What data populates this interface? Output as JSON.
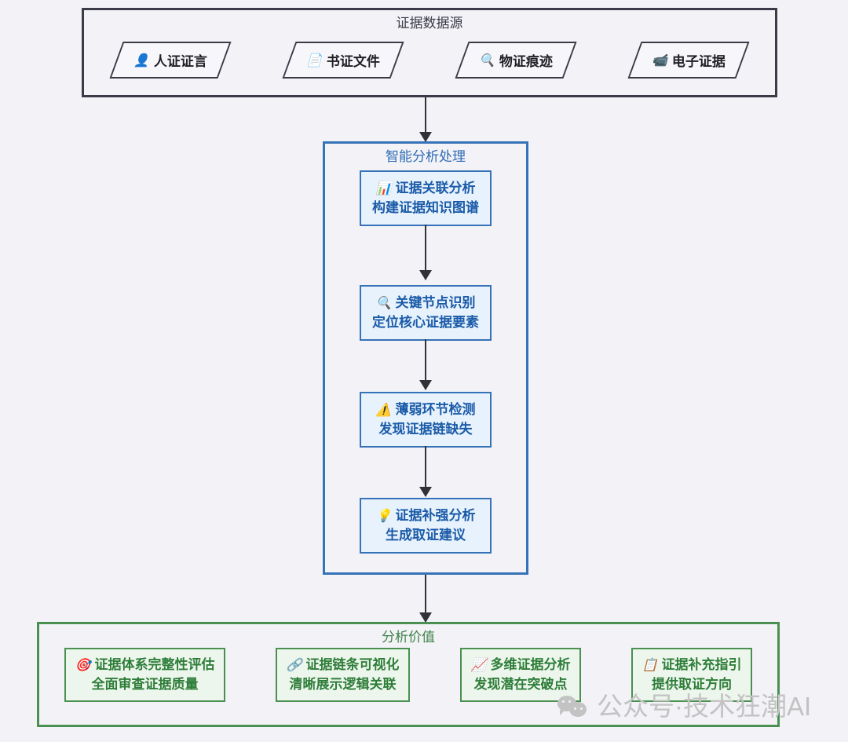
{
  "diagram": {
    "type": "flowchart",
    "direction": "top-to-bottom",
    "background_color": "#f2f2f7"
  },
  "sources_section": {
    "title": "证据数据源",
    "border_color": "#3b3b47",
    "shape": "parallelogram",
    "items": [
      {
        "icon": "person-bust-icon",
        "glyph": "👤",
        "label": "人证证言"
      },
      {
        "icon": "document-page-icon",
        "glyph": "📄",
        "label": "书证文件"
      },
      {
        "icon": "magnifying-glass-icon",
        "glyph": "🔍",
        "label": "物证痕迹"
      },
      {
        "icon": "video-camera-icon",
        "glyph": "📹",
        "label": "电子证据"
      }
    ]
  },
  "analysis_section": {
    "title": "智能分析处理",
    "border_color": "#3672b7",
    "text_color": "#1b5ba8",
    "fill_color": "#e7f2fd",
    "steps": [
      {
        "icon": "bar-chart-icon",
        "glyph": "📊",
        "line1": "证据关联分析",
        "line2": "构建证据知识图谱"
      },
      {
        "icon": "magnifying-glass-icon",
        "glyph": "🔍",
        "line1": "关键节点识别",
        "line2": "定位核心证据要素"
      },
      {
        "icon": "warning-triangle-icon",
        "glyph": "⚠️",
        "line1": "薄弱环节检测",
        "line2": "发现证据链缺失"
      },
      {
        "icon": "light-bulb-icon",
        "glyph": "💡",
        "line1": "证据补强分析",
        "line2": "生成取证建议"
      }
    ]
  },
  "value_section": {
    "title": "分析价值",
    "border_color": "#4a9050",
    "text_color": "#2e7d39",
    "fill_color": "#edf6ec",
    "items": [
      {
        "icon": "dart-target-icon",
        "glyph": "🎯",
        "line1": "证据体系完整性评估",
        "line2": "全面审查证据质量"
      },
      {
        "icon": "link-chain-icon",
        "glyph": "🔗",
        "line1": "证据链条可视化",
        "line2": "清晰展示逻辑关联"
      },
      {
        "icon": "chart-increasing-icon",
        "glyph": "📈",
        "line1": "多维证据分析",
        "line2": "发现潜在突破点"
      },
      {
        "icon": "clipboard-icon",
        "glyph": "📋",
        "line1": "证据补充指引",
        "line2": "提供取证方向"
      }
    ]
  },
  "watermark": {
    "icon": "wechat-logo-icon",
    "text": "公众号·技术狂潮AI",
    "color": "#c3c3c3"
  }
}
